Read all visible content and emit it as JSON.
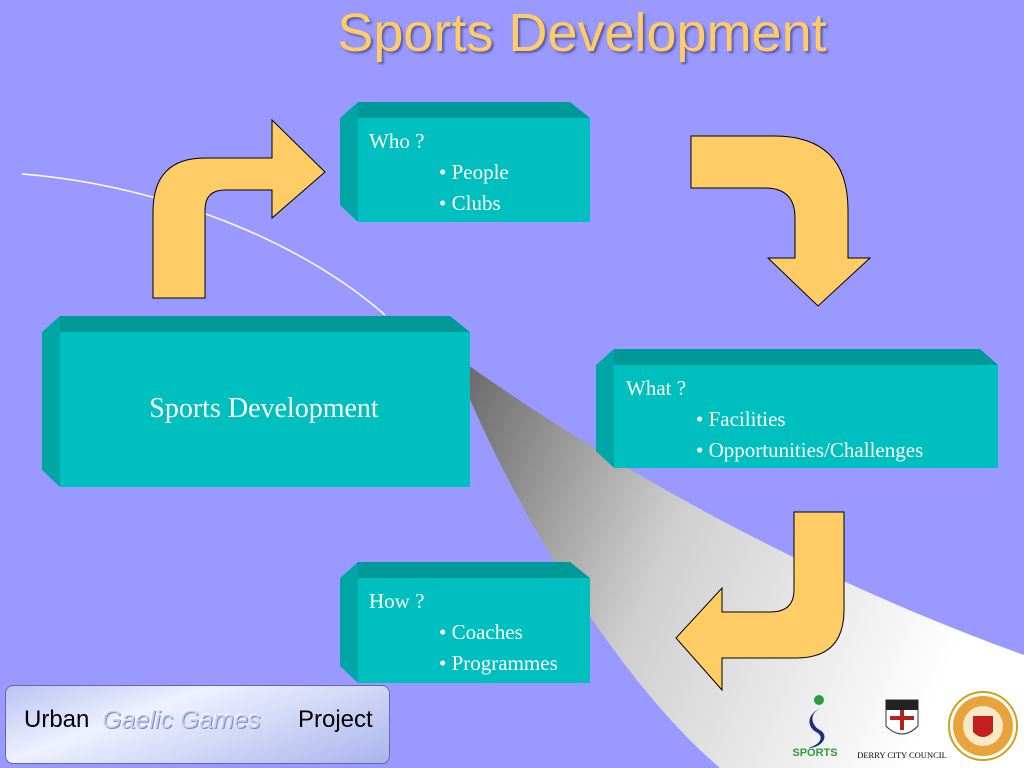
{
  "title": "Sports Development",
  "center": {
    "label": "Sports Development"
  },
  "who": {
    "heading": "Who ?",
    "items": [
      "• People",
      "• Clubs"
    ]
  },
  "what": {
    "heading": "What ?",
    "items": [
      "• Facilities",
      "• Opportunities/Challenges"
    ]
  },
  "how": {
    "heading": "How ?",
    "items": [
      "• Coaches",
      "• Programmes"
    ]
  },
  "footer": {
    "word1": "Urban",
    "word2": "Gaelic Games",
    "word3": "Project"
  },
  "logos": [
    {
      "name": "sports-logo",
      "text": "SPORTS"
    },
    {
      "name": "derry-city-council-logo",
      "text": "DERRY CITY COUNCIL"
    },
    {
      "name": "gaa-crest-logo"
    }
  ],
  "colors": {
    "background": "#9999FF",
    "box": "#00BFBF",
    "arrow": "#FFCC66",
    "title": "#FFCC66"
  }
}
